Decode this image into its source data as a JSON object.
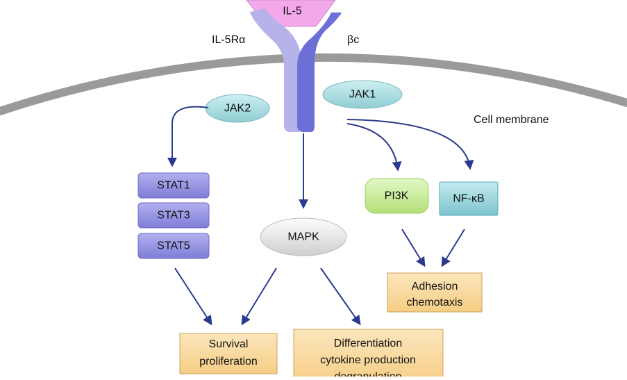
{
  "ligand": "IL-5",
  "receptor": {
    "alpha_label": "IL-5Rα",
    "beta_label": "βc"
  },
  "membrane_label": "Cell membrane",
  "kinases": {
    "jak2": "JAK2",
    "jak1": "JAK1"
  },
  "stats": [
    "STAT1",
    "STAT3",
    "STAT5"
  ],
  "nodes": {
    "mapk": "MAPK",
    "pi3k": "PI3K",
    "nfkb": "NF-κB"
  },
  "outcomes": {
    "survival": [
      "Survival",
      "proliferation"
    ],
    "differentiation": [
      "Differentiation",
      "cytokine production",
      "degranulation"
    ],
    "adhesion": [
      "Adhesion",
      "chemotaxis"
    ]
  },
  "colors": {
    "ligand": "#f4a8ec",
    "alpha_chain": "#b6b3ea",
    "beta_chain": "#6c6fd6",
    "jak": "#a6d9dd",
    "stat": "#8e8ce0",
    "mapk": "#e2e2e2",
    "pi3k": "#c7ea96",
    "nfkb": "#8ecfd6",
    "outcome": "#f9d79a",
    "arrow": "#2a3a8c",
    "membrane": "#9a9a9a"
  }
}
